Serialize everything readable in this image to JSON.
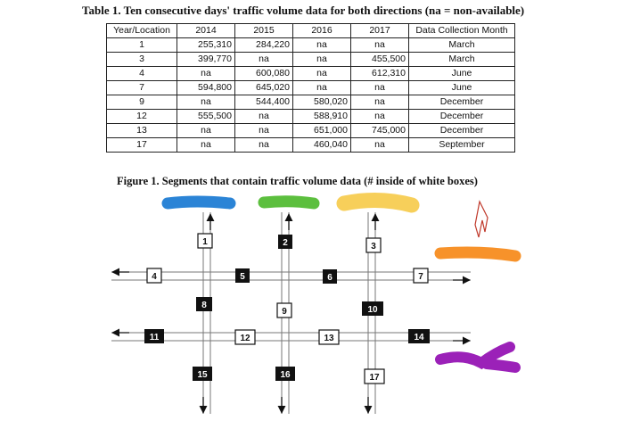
{
  "table_caption": "Table 1. Ten consecutive days' traffic volume data for both directions (na = non-available)",
  "table": {
    "headers": [
      "Year/Location",
      "2014",
      "2015",
      "2016",
      "2017",
      "Data Collection Month"
    ],
    "rows": [
      [
        "1",
        "255,310",
        "284,220",
        "na",
        "na",
        "March"
      ],
      [
        "3",
        "399,770",
        "na",
        "na",
        "455,500",
        "March"
      ],
      [
        "4",
        "na",
        "600,080",
        "na",
        "612,310",
        "June"
      ],
      [
        "7",
        "594,800",
        "645,020",
        "na",
        "na",
        "June"
      ],
      [
        "9",
        "na",
        "544,400",
        "580,020",
        "na",
        "December"
      ],
      [
        "12",
        "555,500",
        "na",
        "588,910",
        "na",
        "December"
      ],
      [
        "13",
        "na",
        "na",
        "651,000",
        "745,000",
        "December"
      ],
      [
        "17",
        "na",
        "na",
        "460,040",
        "na",
        "September"
      ]
    ]
  },
  "figure_caption": "Figure 1. Segments that contain traffic volume data (# inside of white boxes)",
  "segments": {
    "s1": "1",
    "s2": "2",
    "s3": "3",
    "s4": "4",
    "s5": "5",
    "s6": "6",
    "s7": "7",
    "s8": "8",
    "s9": "9",
    "s10": "10",
    "s11": "11",
    "s12": "12",
    "s13": "13",
    "s14": "14",
    "s15": "15",
    "s16": "16",
    "s17": "17"
  },
  "colors": {
    "blue_mark": "#2b84d6",
    "green_mark": "#5cbf3e",
    "yellow_mark": "#f7cf5a",
    "orange_mark": "#f7922a",
    "purple_mark": "#9b21b8",
    "north_arrow": "#c0392b"
  }
}
